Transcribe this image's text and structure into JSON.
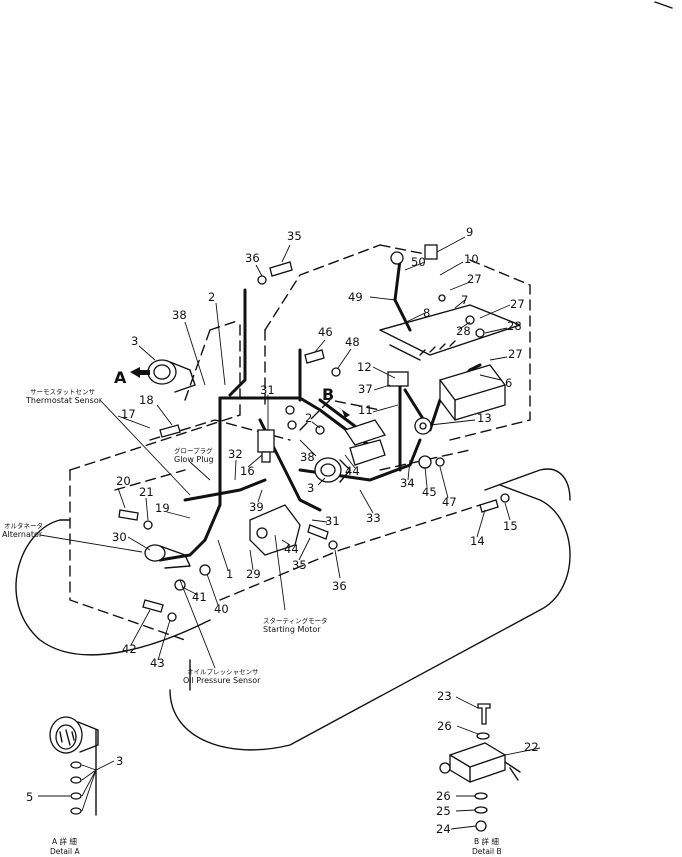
{
  "arrow_labels": {
    "a": "A",
    "b": "B"
  },
  "callouts": [
    {
      "id": "c9",
      "text": "9"
    },
    {
      "id": "c50",
      "text": "50"
    },
    {
      "id": "c10",
      "text": "10"
    },
    {
      "id": "c27a",
      "text": "27"
    },
    {
      "id": "c27b",
      "text": "27"
    },
    {
      "id": "c27c",
      "text": "27"
    },
    {
      "id": "c27d",
      "text": "27"
    },
    {
      "id": "c7",
      "text": "7"
    },
    {
      "id": "c28a",
      "text": "28"
    },
    {
      "id": "c28b",
      "text": "28"
    },
    {
      "id": "c8",
      "text": "8"
    },
    {
      "id": "c49",
      "text": "49"
    },
    {
      "id": "c36a",
      "text": "36"
    },
    {
      "id": "c35a",
      "text": "35"
    },
    {
      "id": "c2a",
      "text": "2"
    },
    {
      "id": "c38a",
      "text": "38"
    },
    {
      "id": "c3a",
      "text": "3"
    },
    {
      "id": "c46",
      "text": "46"
    },
    {
      "id": "c48",
      "text": "48"
    },
    {
      "id": "c12",
      "text": "12"
    },
    {
      "id": "c6",
      "text": "6"
    },
    {
      "id": "c37",
      "text": "37"
    },
    {
      "id": "c11",
      "text": "11"
    },
    {
      "id": "c13",
      "text": "13"
    },
    {
      "id": "c31a",
      "text": "31"
    },
    {
      "id": "c18",
      "text": "18"
    },
    {
      "id": "c17",
      "text": "17"
    },
    {
      "id": "c2b",
      "text": "2"
    },
    {
      "id": "c38b",
      "text": "38"
    },
    {
      "id": "c44a",
      "text": "44"
    },
    {
      "id": "c3b",
      "text": "3"
    },
    {
      "id": "c32",
      "text": "32"
    },
    {
      "id": "c16",
      "text": "16"
    },
    {
      "id": "c34",
      "text": "34"
    },
    {
      "id": "c45",
      "text": "45"
    },
    {
      "id": "c47",
      "text": "47"
    },
    {
      "id": "c20",
      "text": "20"
    },
    {
      "id": "c21",
      "text": "21"
    },
    {
      "id": "c19",
      "text": "19"
    },
    {
      "id": "c39",
      "text": "39"
    },
    {
      "id": "c33",
      "text": "33"
    },
    {
      "id": "c31b",
      "text": "31"
    },
    {
      "id": "c15",
      "text": "15"
    },
    {
      "id": "c14",
      "text": "14"
    },
    {
      "id": "c30",
      "text": "30"
    },
    {
      "id": "c44b",
      "text": "44"
    },
    {
      "id": "c35b",
      "text": "35"
    },
    {
      "id": "c1",
      "text": "1"
    },
    {
      "id": "c29",
      "text": "29"
    },
    {
      "id": "c36b",
      "text": "36"
    },
    {
      "id": "c41",
      "text": "41"
    },
    {
      "id": "c40",
      "text": "40"
    },
    {
      "id": "c42",
      "text": "42"
    },
    {
      "id": "c43",
      "text": "43"
    },
    {
      "id": "c23",
      "text": "23"
    },
    {
      "id": "c26a",
      "text": "26"
    },
    {
      "id": "c22",
      "text": "22"
    },
    {
      "id": "c3c",
      "text": "3"
    },
    {
      "id": "c5",
      "text": "5"
    },
    {
      "id": "c26b",
      "text": "26"
    },
    {
      "id": "c25",
      "text": "25"
    },
    {
      "id": "c24",
      "text": "24"
    }
  ],
  "labels": {
    "thermostat_jp": "サーモスタットセンサ",
    "thermostat_en": "Thermostat Sensor",
    "glow_jp": "グロープラグ",
    "glow_en": "Glow Plug",
    "alternator_jp": "オルタネータ",
    "alternator_en": "Alternator",
    "starting_jp": "スターティングモータ",
    "starting_en": "Starting Motor",
    "oil_jp": "オイルプレッシャセンサ",
    "oil_en": "Oil Pressure Sensor",
    "detail_a_jp": "A 詳 細",
    "detail_a_en": "Detail A",
    "detail_b_jp": "B 詳 細",
    "detail_b_en": "Detail B"
  }
}
